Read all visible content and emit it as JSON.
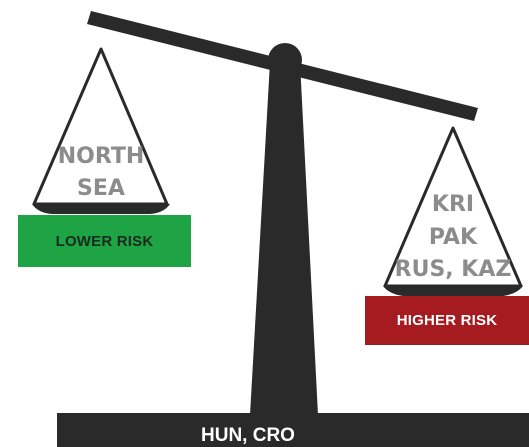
{
  "left_pan": {
    "lines": [
      "NORTH",
      "SEA"
    ],
    "badge_label": "LOWER RISK",
    "badge_color": "#1ea345"
  },
  "right_pan": {
    "lines": [
      "KRI",
      "PAK",
      "RUS, KAZ"
    ],
    "badge_label": "HIGHER RISK",
    "badge_color": "#a51b1f"
  },
  "base": {
    "label": "HUN, CRO"
  },
  "colors": {
    "scale": "#2a2a2a",
    "pan_text": "#8c8c8c"
  },
  "icon": "balance-scale-icon"
}
